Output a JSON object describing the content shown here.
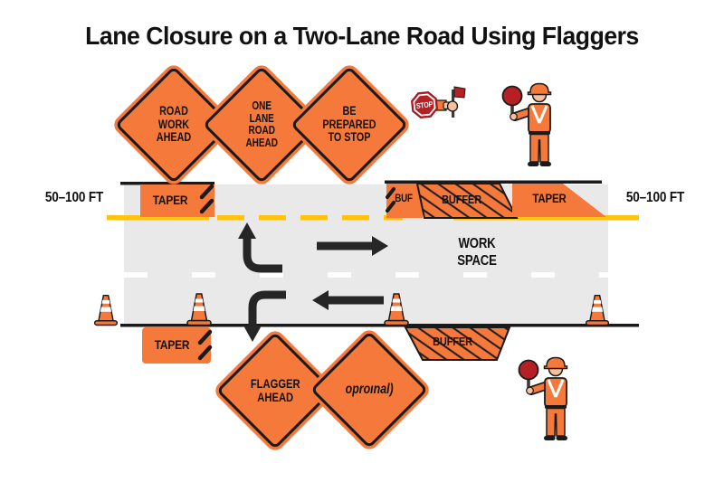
{
  "title": "Lane Closure on a Two-Lane Road Using Flaggers",
  "colors": {
    "work_orange": "#F4793B",
    "road_gray": "#E9E9E9",
    "centerline_yellow": "#FFC20E",
    "stop_red": "#B52025",
    "outline_black": "#1A1A1A"
  },
  "signs": {
    "road_work_ahead": {
      "lines": [
        "ROAD",
        "WORK",
        "AHEAD"
      ]
    },
    "one_lane_road_ahead": {
      "lines": [
        "ONE",
        "LANE",
        "ROAD",
        "AHEAD"
      ]
    },
    "be_prepared_to_stop": {
      "lines": [
        "BE",
        "PREPARED",
        "TO STOP"
      ]
    },
    "flagger_ahead": {
      "lines": [
        "FLAGGER",
        "AHEAD"
      ]
    },
    "optional": {
      "text": "oproınal)"
    }
  },
  "road": {
    "distance_left": "50–100 FT",
    "distance_right": "50–100 FT",
    "taper_top_left": "TAPER",
    "buf": "BUF",
    "buffer_top": "BUFFER",
    "taper_top_right": "TAPER",
    "taper_bottom": "TAPER",
    "buffer_bottom": "BUFFER",
    "work_space_line1": "WORK",
    "work_space_line2": "SPACE"
  },
  "stop_paddle": {
    "label": "STOP"
  }
}
